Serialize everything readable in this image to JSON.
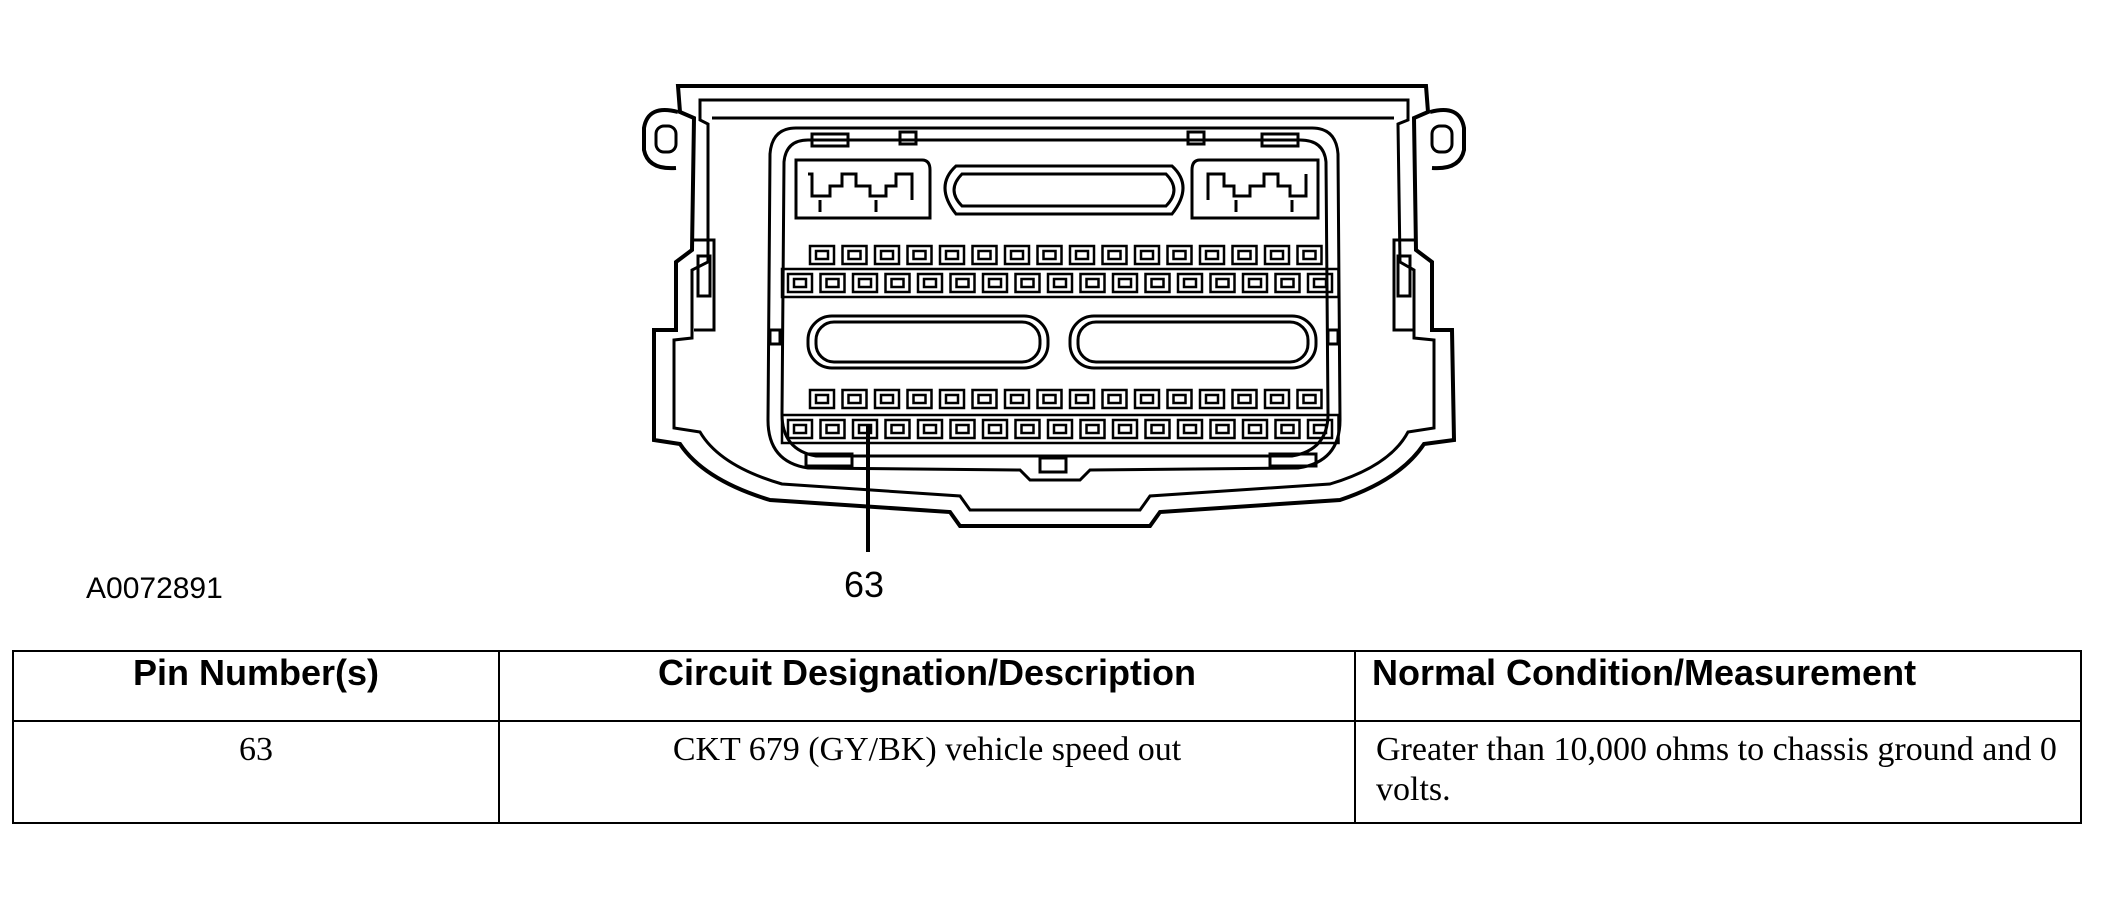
{
  "figure_id": "A0072891",
  "callout": {
    "label": "63"
  },
  "table": {
    "headers": [
      "Pin Number(s)",
      "Circuit Designation/Description",
      "Normal Condition/Measurement"
    ],
    "rows": [
      {
        "pin": "63",
        "circuit": "CKT 679 (GY/BK) vehicle speed out",
        "normal": "Greater than 10,000 ohms to chassis ground and 0 volts."
      }
    ]
  }
}
